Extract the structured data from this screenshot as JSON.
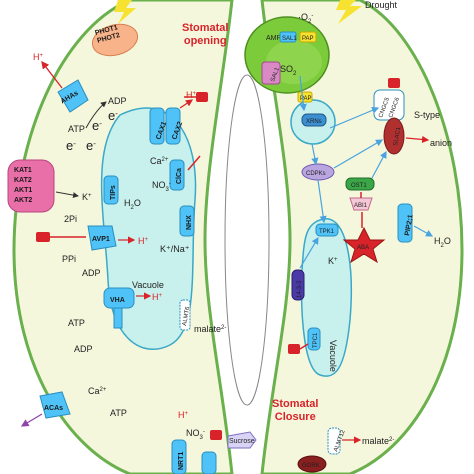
{
  "titles": {
    "opening": "Stomatal\nopening",
    "closure": "Stomatal\nClosure"
  },
  "stimulus": {
    "drought": "Drought"
  },
  "proteins": {
    "phot": "PHOT1\nPHOT2",
    "ahas": "AHAs",
    "kat": "KAT1\nKAT2\nAKT1\nAKT2",
    "tips": "TIPs",
    "avp1": "AVP1",
    "vha": "VHA",
    "acas": "ACAs",
    "cax": "CAX1\nCAX2",
    "clca": "ClCa",
    "nhx": "NHX",
    "almt6": "ALMT6",
    "nrt1": "NRT1",
    "sucrose": "Sucrose",
    "sal1": "SAL1",
    "xrns": "XRNs",
    "cngc": "CNGC5\nCNGC6",
    "slac1": "SLAC1",
    "cdpks": "CDPKs",
    "ost1": "OST1",
    "abi1": "ABI1",
    "aba": "ABA",
    "tpk1": "TPK1",
    "p1433": "14-3-3",
    "tpc1": "TPC1",
    "pip21": "PIP2;1",
    "gork": "GORK",
    "almt12": "ALMT12"
  },
  "molecules": {
    "adp": "ADP",
    "atp": "ATP",
    "e": "e",
    "h": "H",
    "ca": "Ca",
    "no3": "NO",
    "k": "K",
    "h2o": "H",
    "pi2": "2Pi",
    "ppi": "PPi",
    "kna": "K⁺/Na⁺",
    "malate": "malate",
    "o2": "O",
    "amp": "AMP",
    "pap": "PAP",
    "so2": "SO",
    "anion_s": "S-type",
    "anion": "anion"
  },
  "compartments": {
    "vacuole_left": "Vacuole",
    "vacuole_right": "Vacuole"
  },
  "colors": {
    "cell_fill": "#f5f7dc",
    "cell_stroke": "#6ab04c",
    "vacuole_fill": "#c8f0ec",
    "vacuole_stroke": "#3aa8c8",
    "protein_blue": "#4fc3f7",
    "protein_pink": "#e86fa8",
    "inhibitor": "#d8232a",
    "accent_red": "#d8232a",
    "chloroplast": "#7ccb3a"
  }
}
